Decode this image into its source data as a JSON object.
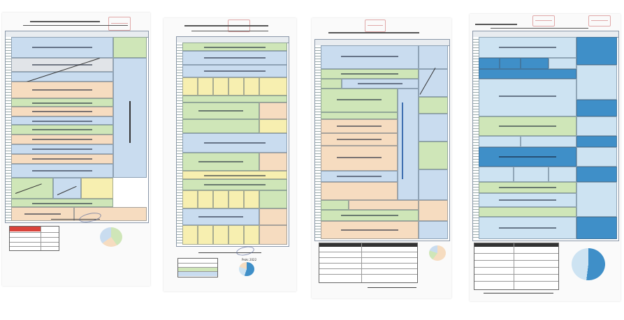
{
  "pages": [
    {
      "label": "schedule-page-1",
      "colors": {
        "green": "#cfe6b8",
        "blue": "#c9dcef",
        "orange": "#f6dcc0",
        "yellow": "#f7efb0",
        "red": "#d9423a",
        "gray": "#e1e4e8"
      }
    },
    {
      "label": "schedule-page-2",
      "caption": "Рейс 2022"
    },
    {
      "label": "schedule-page-3"
    },
    {
      "label": "schedule-page-4",
      "colors": {
        "accent": "#3f8fc8",
        "light": "#cde3f2"
      }
    }
  ]
}
